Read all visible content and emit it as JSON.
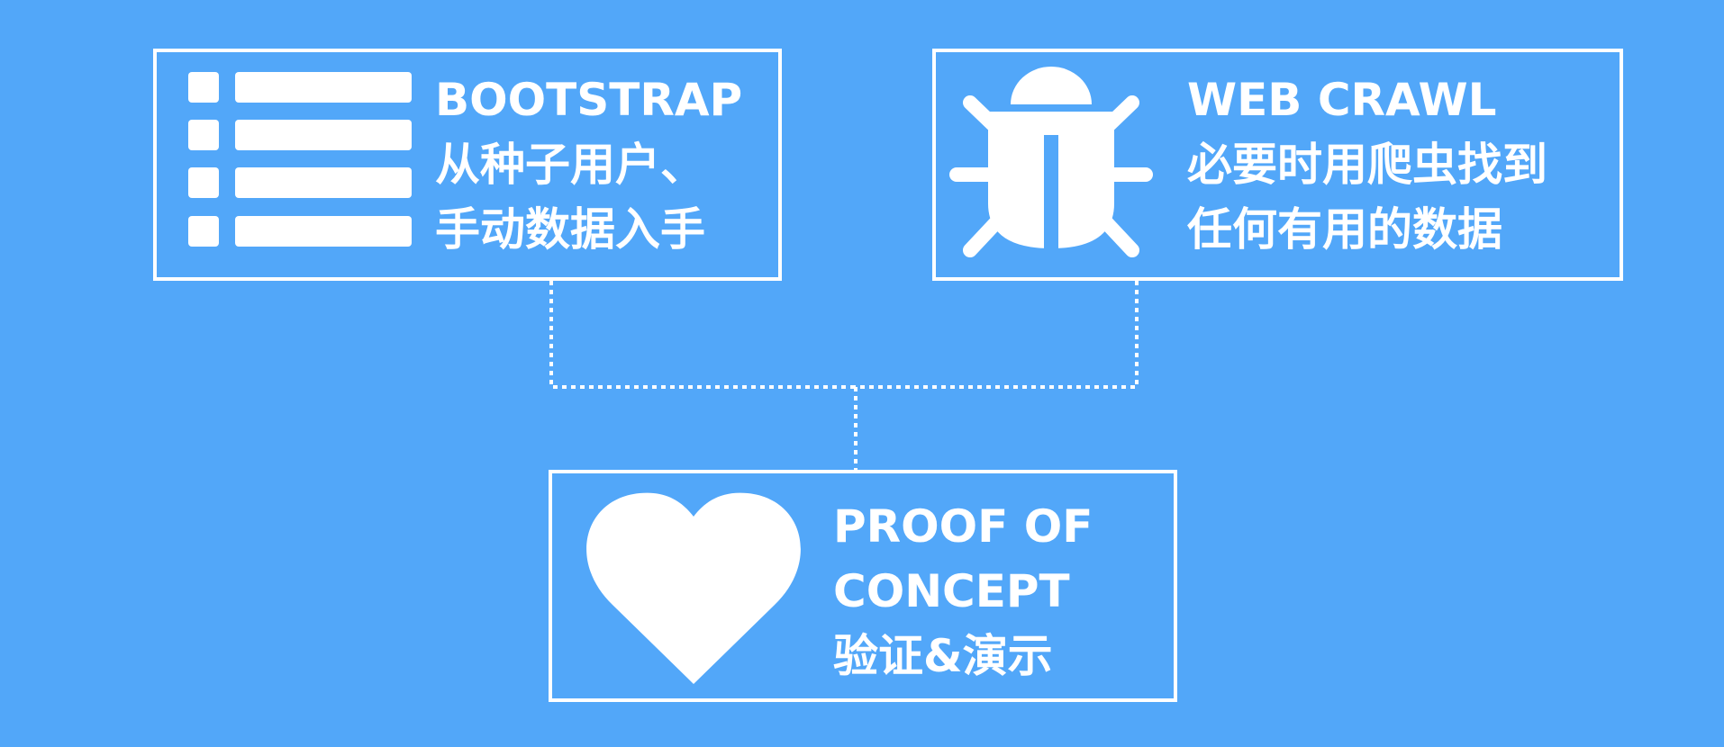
{
  "colors": {
    "background": "#52A7F9",
    "foreground": "#FFFFFF"
  },
  "nodes": {
    "bootstrap": {
      "icon": "list-icon",
      "title": "BOOTSTRAP",
      "line1": "从种子用户、",
      "line2": "手动数据入手"
    },
    "web_crawl": {
      "icon": "bug-icon",
      "title": "WEB CRAWL",
      "line1": "必要时用爬虫找到",
      "line2": "任何有用的数据"
    },
    "proof_of_concept": {
      "icon": "heart-icon",
      "title_line1": "PROOF OF",
      "title_line2": "CONCEPT",
      "line1": "验证&演示"
    }
  }
}
